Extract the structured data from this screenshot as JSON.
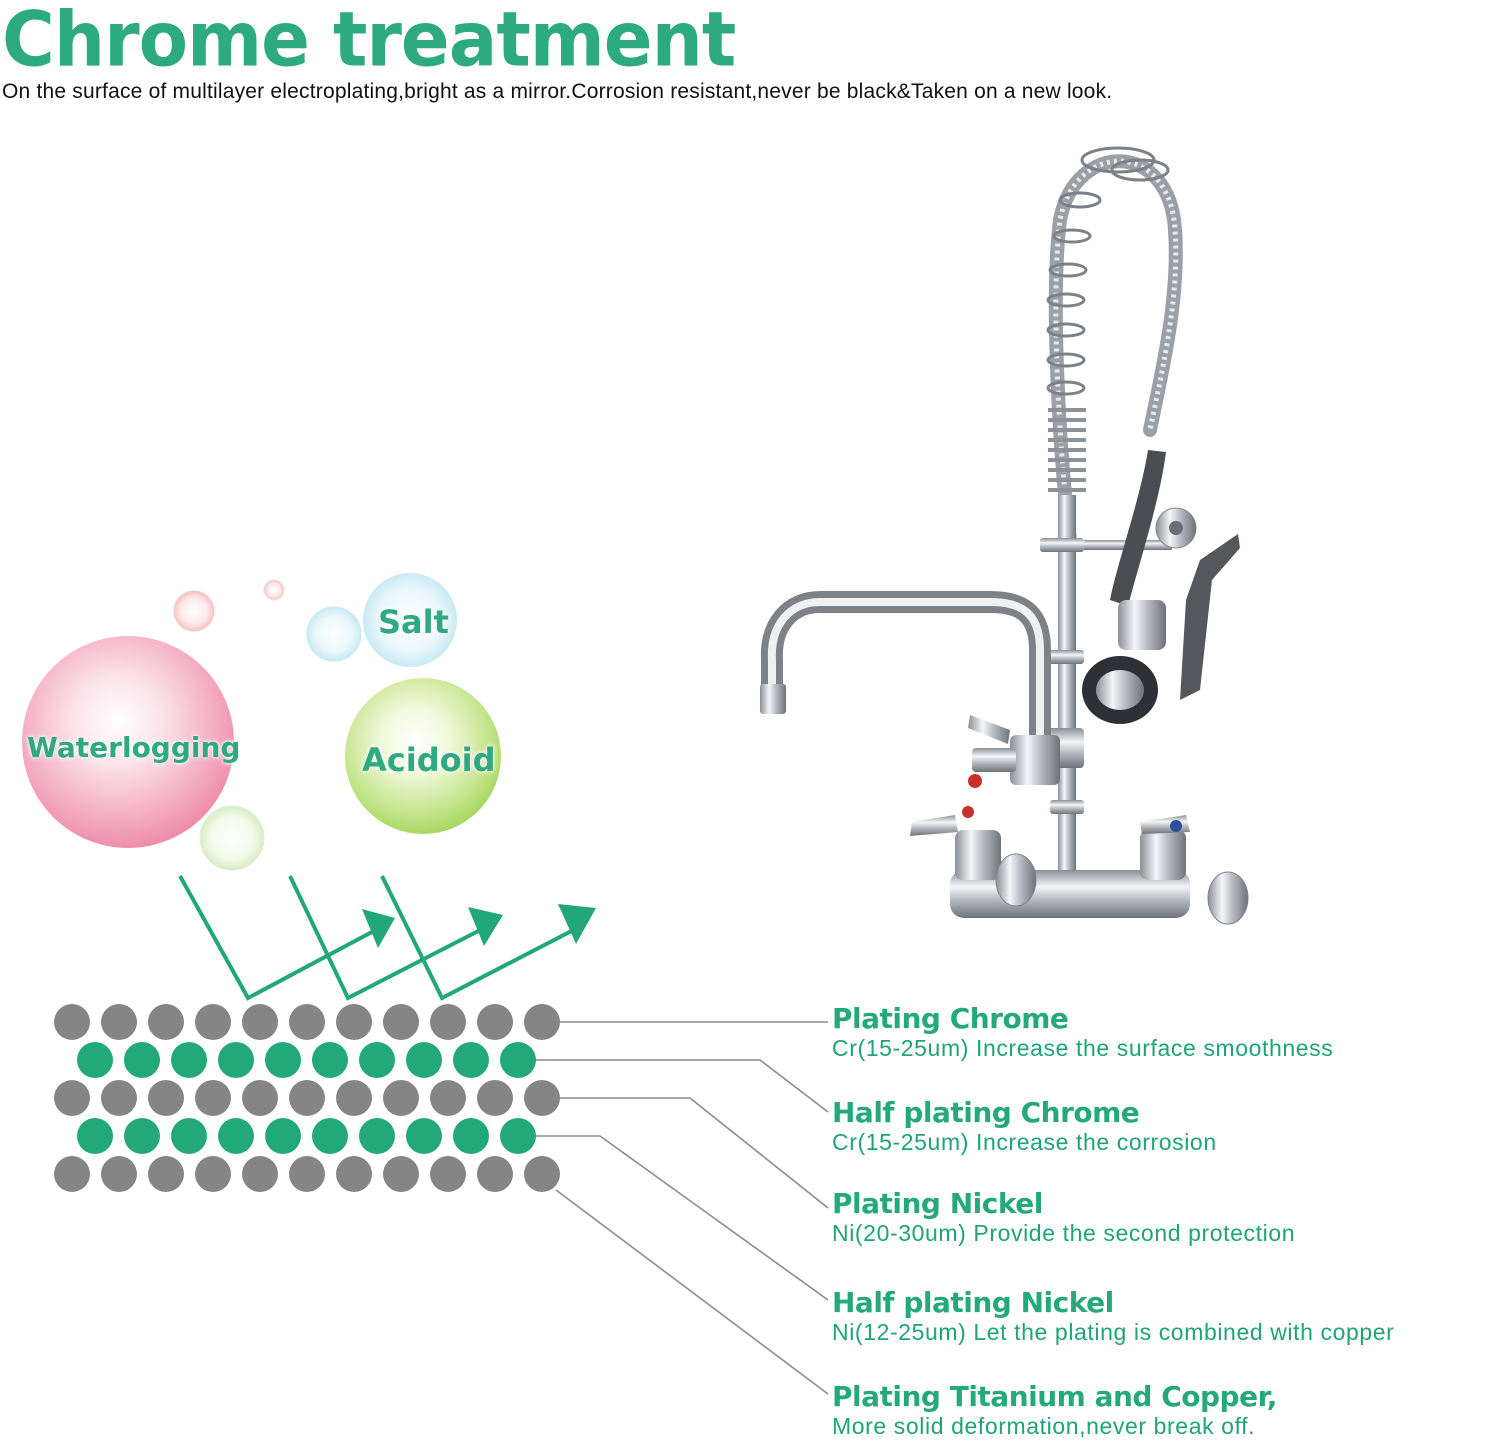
{
  "header": {
    "title": "Chrome treatment",
    "subtitle": "On the surface of multilayer electroplating,bright as a mirror.Corrosion resistant,never be black&Taken on a new look."
  },
  "bubbles": {
    "salt": "Salt",
    "waterlogging": "Waterlogging",
    "acidoid": "Acidoid"
  },
  "layers": [
    {
      "name": "Plating Chrome",
      "desc": "Cr(15-25um) Increase the surface smoothness"
    },
    {
      "name": "Half plating Chrome",
      "desc": "Cr(15-25um) Increase the corrosion"
    },
    {
      "name": "Plating Nickel",
      "desc": "Ni(20-30um) Provide the second protection"
    },
    {
      "name": "Half plating Nickel",
      "desc": "Ni(12-25um) Let the plating is combined with copper"
    },
    {
      "name": "Plating Titanium and Copper,",
      "desc": "More solid deformation,never break off."
    }
  ],
  "colors": {
    "accent": "#2daa7f",
    "dot_grey": "#858585",
    "dot_green": "#23a87a"
  },
  "icons": [
    "faucet-illustration",
    "arrow-icon",
    "bubble"
  ]
}
